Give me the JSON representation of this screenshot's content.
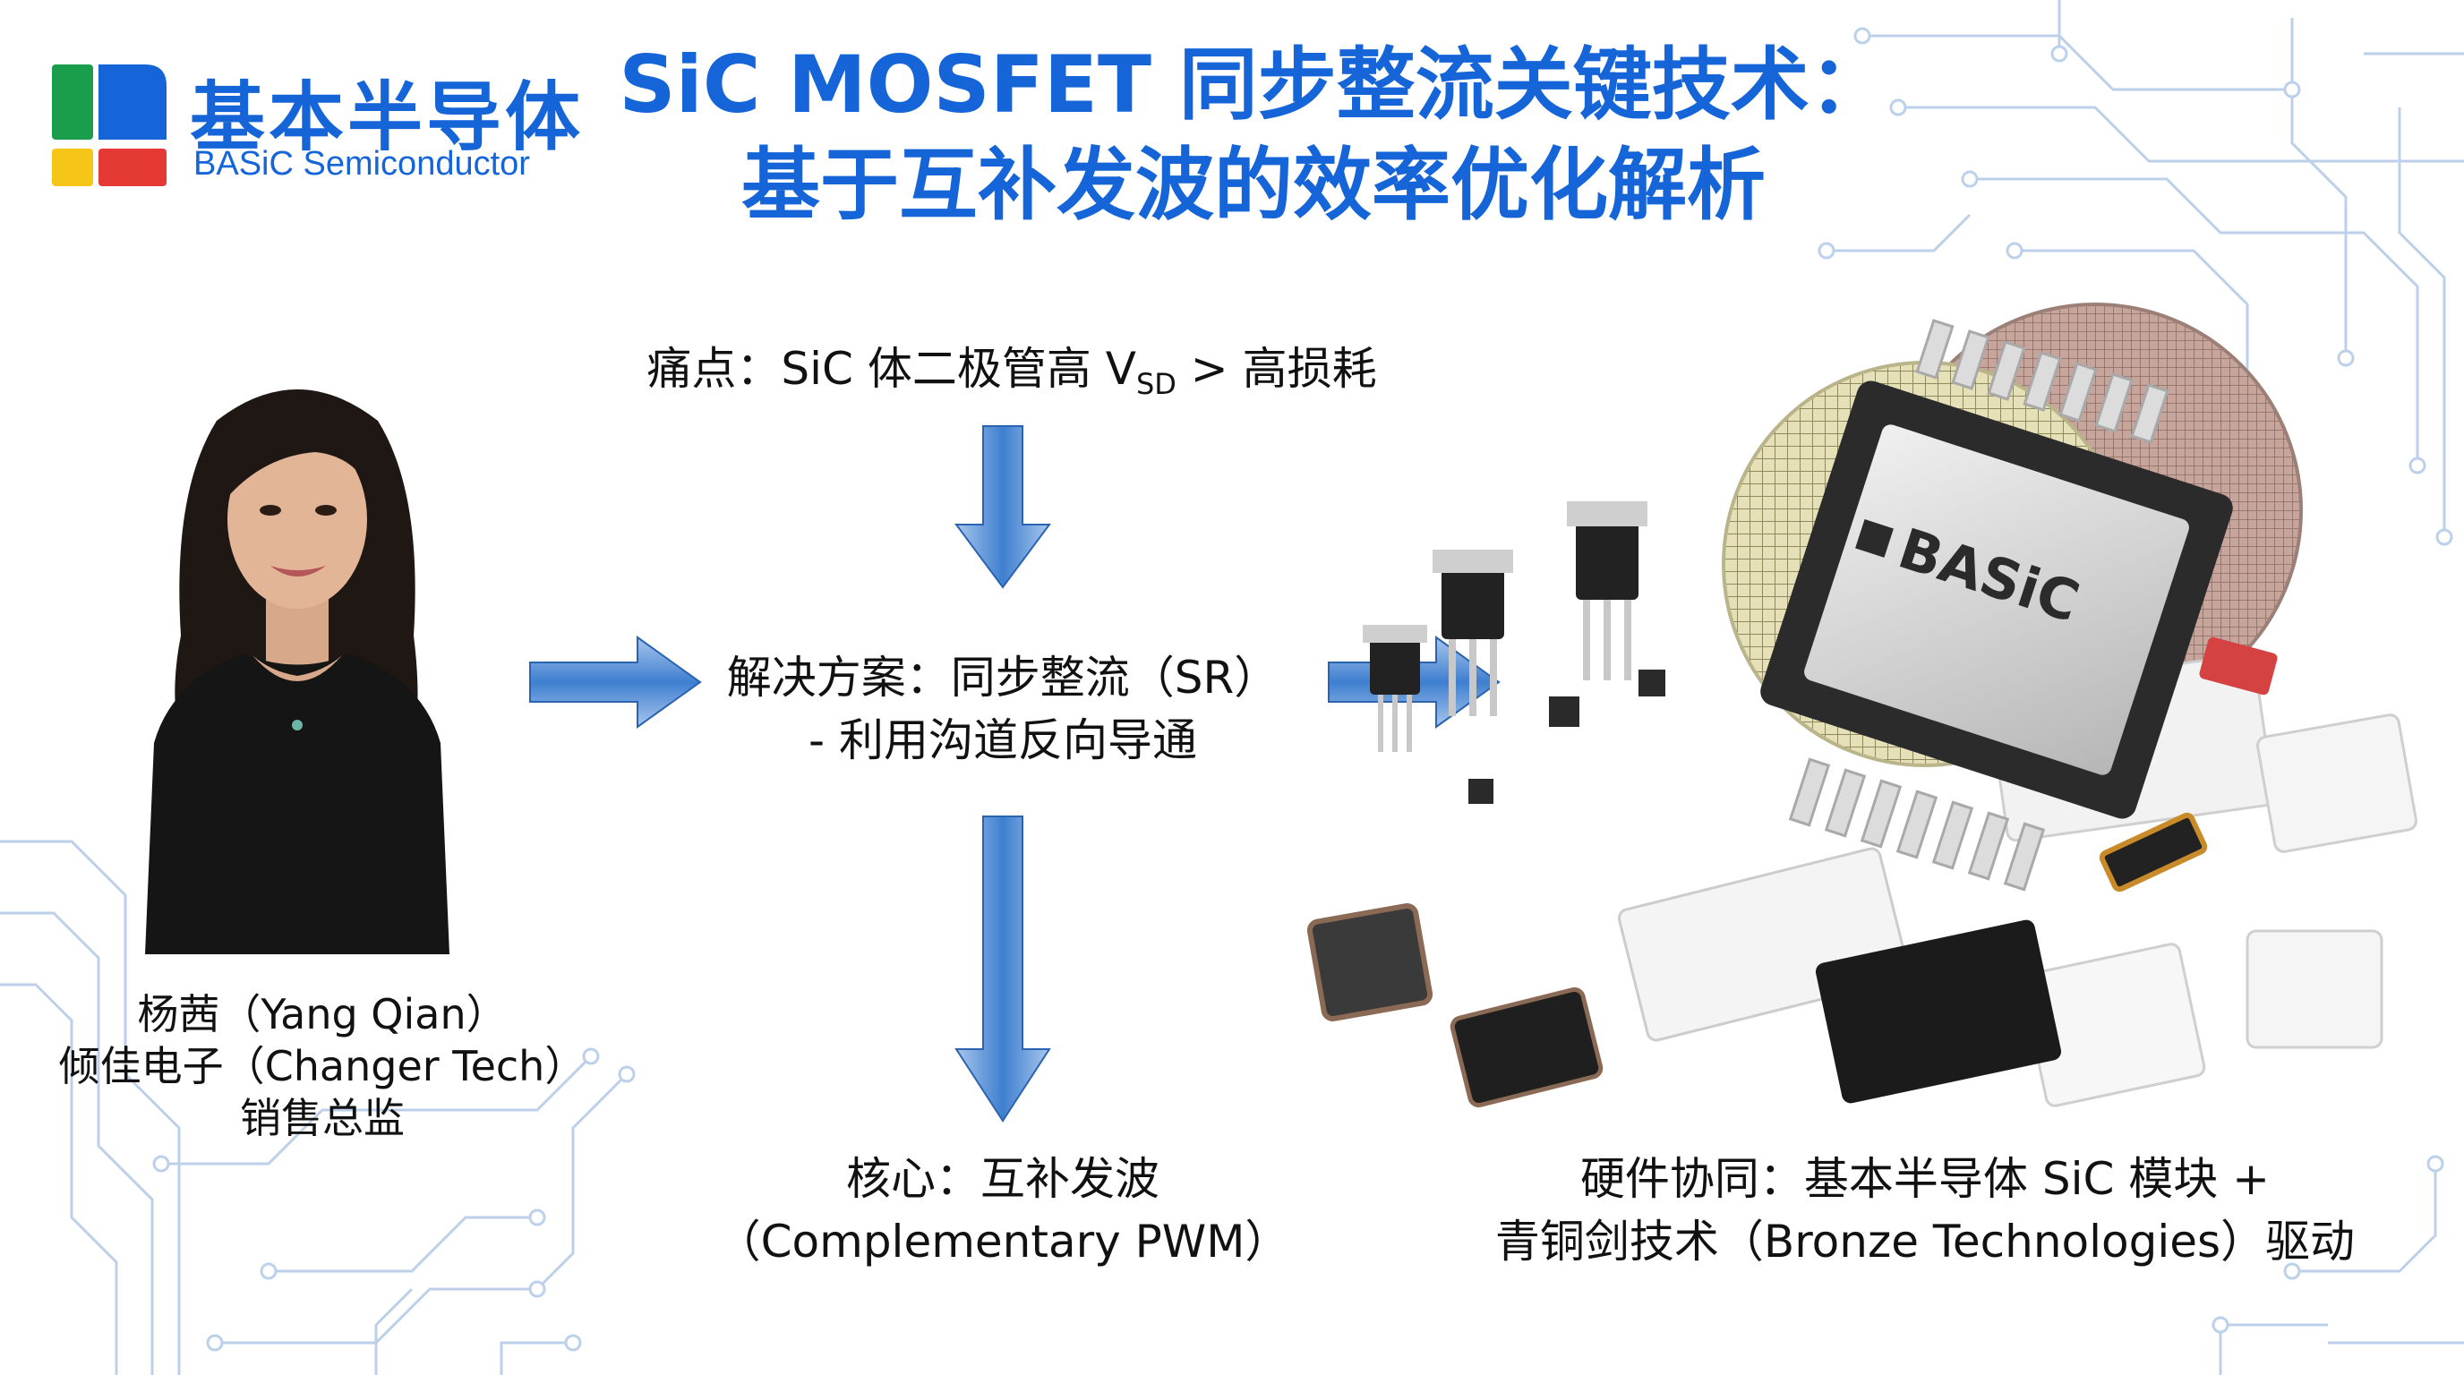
{
  "logo": {
    "name_cn": "基本半导体",
    "name_en": "BASiC Semiconductor",
    "colors": {
      "green": "#1b9e4b",
      "blue": "#1565d8",
      "yellow": "#f5c518",
      "red": "#e53935"
    }
  },
  "title": {
    "line1": "SiC MOSFET 同步整流关键技术：",
    "line2": "基于互补发波的效率优化解析"
  },
  "pain_point": {
    "prefix": "痛点：SiC 体二极管高 V",
    "subscript": "SD",
    "suffix": " > 高损耗"
  },
  "solution": {
    "line1": "解决方案：同步整流（SR）",
    "line2": "- 利用沟道反向导通"
  },
  "core": {
    "line1": "核心：互补发波",
    "line2": "（Complementary PWM）"
  },
  "hardware": {
    "line1": "硬件协同：基本半导体 SiC 模块 +",
    "line2": "青铜剑技术（Bronze Technologies）驱动"
  },
  "speaker": {
    "name": "杨茜（Yang Qian）",
    "company": "倾佳电子（Changer Tech）",
    "role": "销售总监"
  },
  "product_brand": "BASiC",
  "colors": {
    "accent": "#1565d8",
    "arrow": "#3f7fd0",
    "circuit": "#b8cde8"
  }
}
